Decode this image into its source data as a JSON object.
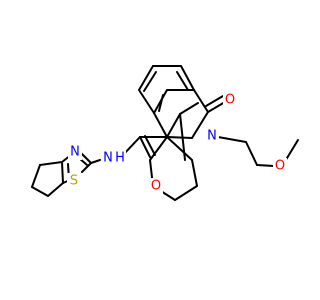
{
  "molecule": {
    "atoms": {
      "N_amide": {
        "label": "N",
        "color": "#0000ff"
      },
      "H_amide": {
        "label": "H",
        "color": "#0000ff"
      },
      "N_thiazole": {
        "label": "N",
        "color": "#0000ff"
      },
      "S_thiazole": {
        "label": "S",
        "color": "#b8a400"
      },
      "O_amide": {
        "label": "O",
        "color": "#ff0000"
      },
      "O_lactam": {
        "label": "O",
        "color": "#ff0000"
      },
      "N_lactam": {
        "label": "N",
        "color": "#0000ff"
      },
      "O_ether": {
        "label": "O",
        "color": "#ff0000"
      }
    }
  }
}
